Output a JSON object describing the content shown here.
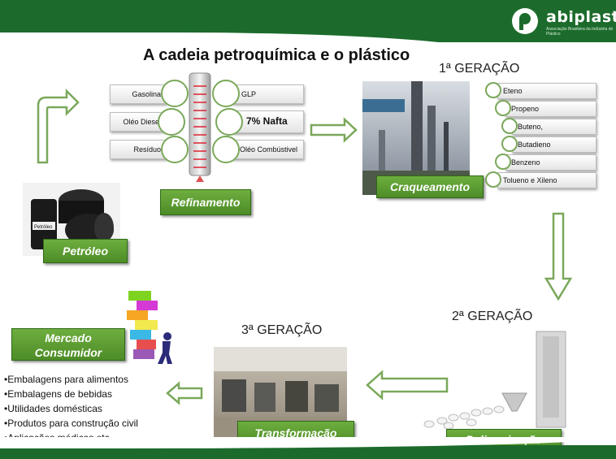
{
  "brand": {
    "name": "abiplast",
    "subtitle": "Associação Brasileira da Indústria do Plástico"
  },
  "title": "A cadeia petroquímica e o plástico",
  "generations": {
    "first": "1ª GERAÇÃO",
    "second": "2ª GERAÇÃO",
    "third": "3ª GERAÇÃO"
  },
  "refinery": {
    "label": "Refinamento",
    "left_products": [
      "Gasolina",
      "Oléo Diesel",
      "Resíduo"
    ],
    "right_products": [
      "GLP",
      "7% Nafta",
      "Oléo Combústivel"
    ]
  },
  "petroleum": {
    "label": "Petróleo",
    "barrel_text": "Petróleo"
  },
  "cracking": {
    "label": "Craqueamento",
    "products": [
      "Eteno",
      "Propeno",
      "Buteno,",
      "Butadieno",
      "Benzeno",
      "Tolueno e Xileno"
    ]
  },
  "polymerization": {
    "label": "Polimerização"
  },
  "transformation": {
    "label": "Transformação"
  },
  "market": {
    "label_line1": "Mercado",
    "label_line2": "Consumidor",
    "items": [
      "•Embalagens para alimentos",
      "•Embalagens de bebidas",
      "•Utilidades domésticas",
      "•Produtos para construção civil",
      "•Aplicações médicas etc."
    ]
  },
  "colors": {
    "brand_green": "#1c6b2c",
    "label_green": "#5a9a30",
    "arrow_green": "#7aa85a"
  }
}
